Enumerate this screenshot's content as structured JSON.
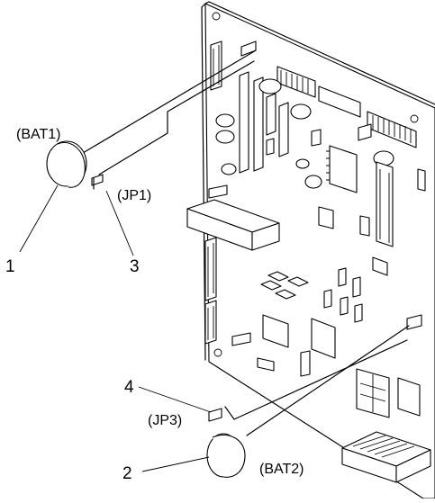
{
  "diagram": {
    "labels": {
      "bat1": "(BAT1)",
      "jp1": "(JP1)",
      "jp3": "(JP3)",
      "bat2": "(BAT2)"
    },
    "callouts": {
      "c1": "1",
      "c2": "2",
      "c3": "3",
      "c4": "4"
    }
  }
}
